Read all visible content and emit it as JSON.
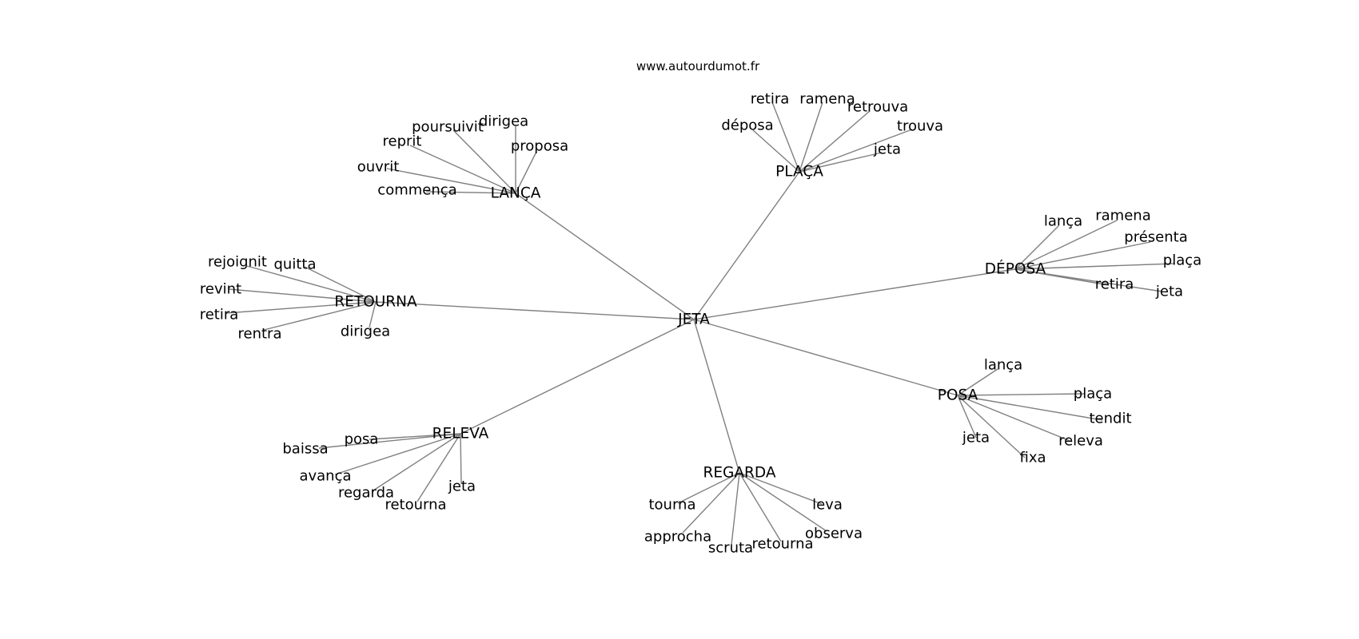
{
  "source": "www.autourdumot.fr",
  "graph": {
    "center": "JETA",
    "hubs": [
      {
        "label": "LANÇA",
        "words": [
          "proposa",
          "dirigea",
          "poursuivit",
          "reprit",
          "ouvrit",
          "commença"
        ]
      },
      {
        "label": "PLAÇA",
        "words": [
          "déposa",
          "retira",
          "ramena",
          "retrouva",
          "trouva",
          "jeta"
        ]
      },
      {
        "label": "DÉPOSA",
        "words": [
          "lança",
          "ramena",
          "présenta",
          "plaça",
          "retira",
          "jeta"
        ]
      },
      {
        "label": "POSA",
        "words": [
          "lança",
          "plaça",
          "tendit",
          "releva",
          "fixa",
          "jeta"
        ]
      },
      {
        "label": "REGARDA",
        "words": [
          "tourna",
          "approcha",
          "scruta",
          "retourna",
          "observa",
          "leva"
        ]
      },
      {
        "label": "RELEVA",
        "words": [
          "posa",
          "baissa",
          "avança",
          "regarda",
          "retourna",
          "jeta"
        ]
      },
      {
        "label": "RETOURNA",
        "words": [
          "rejoignit",
          "quitta",
          "revint",
          "retira",
          "rentra",
          "dirigea"
        ]
      }
    ]
  }
}
